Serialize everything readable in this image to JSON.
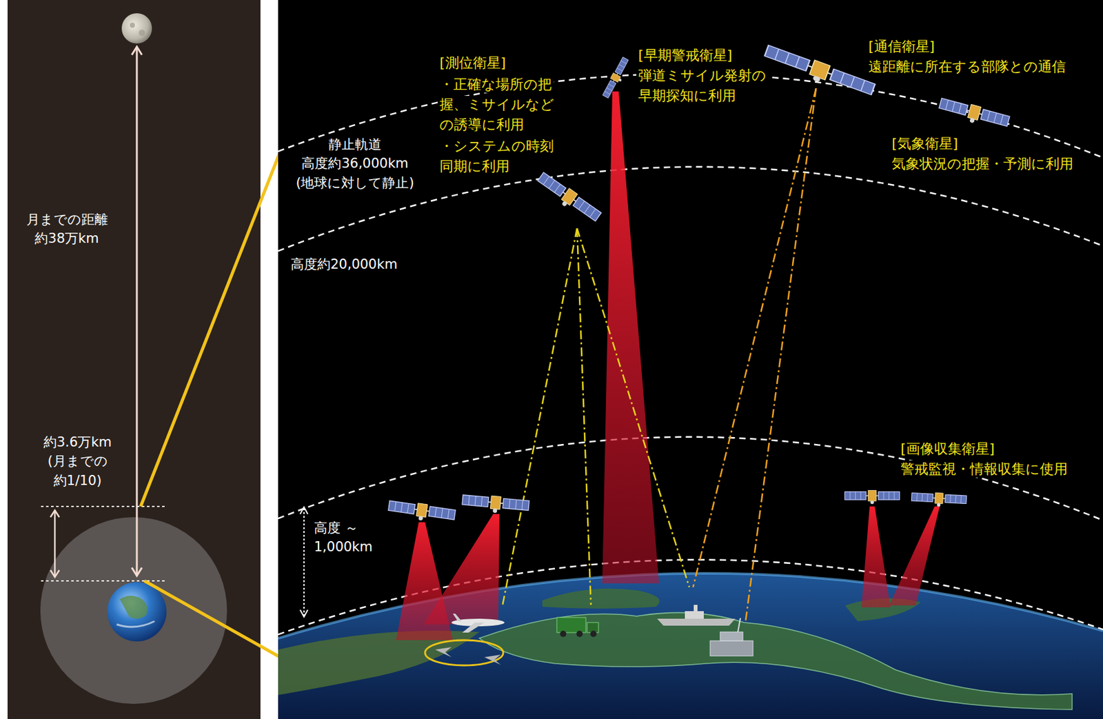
{
  "diagram": {
    "labels": [
      "月までの距離 約38万km",
      "約3.6万km (月までの 約1/10)",
      "静止軌道 高度約36,000km (地球に対して静止)",
      "高度約20,000km",
      "高度 ～1,000km",
      "[測位衛星]",
      "・正確な場所の把握、ミサイルなどの誘導に利用",
      "・システムの時刻同期に利用",
      "[早期警戒衛星]",
      "弾道ミサイル発射の早期探知に利用",
      "[通信衛星]",
      "遠距離に所在する部隊との通信",
      "[気象衛星]",
      "気象状況の把握・予測に利用",
      "[画像収集衛星]",
      "警戒監視・情報収集に使用"
    ]
  }
}
